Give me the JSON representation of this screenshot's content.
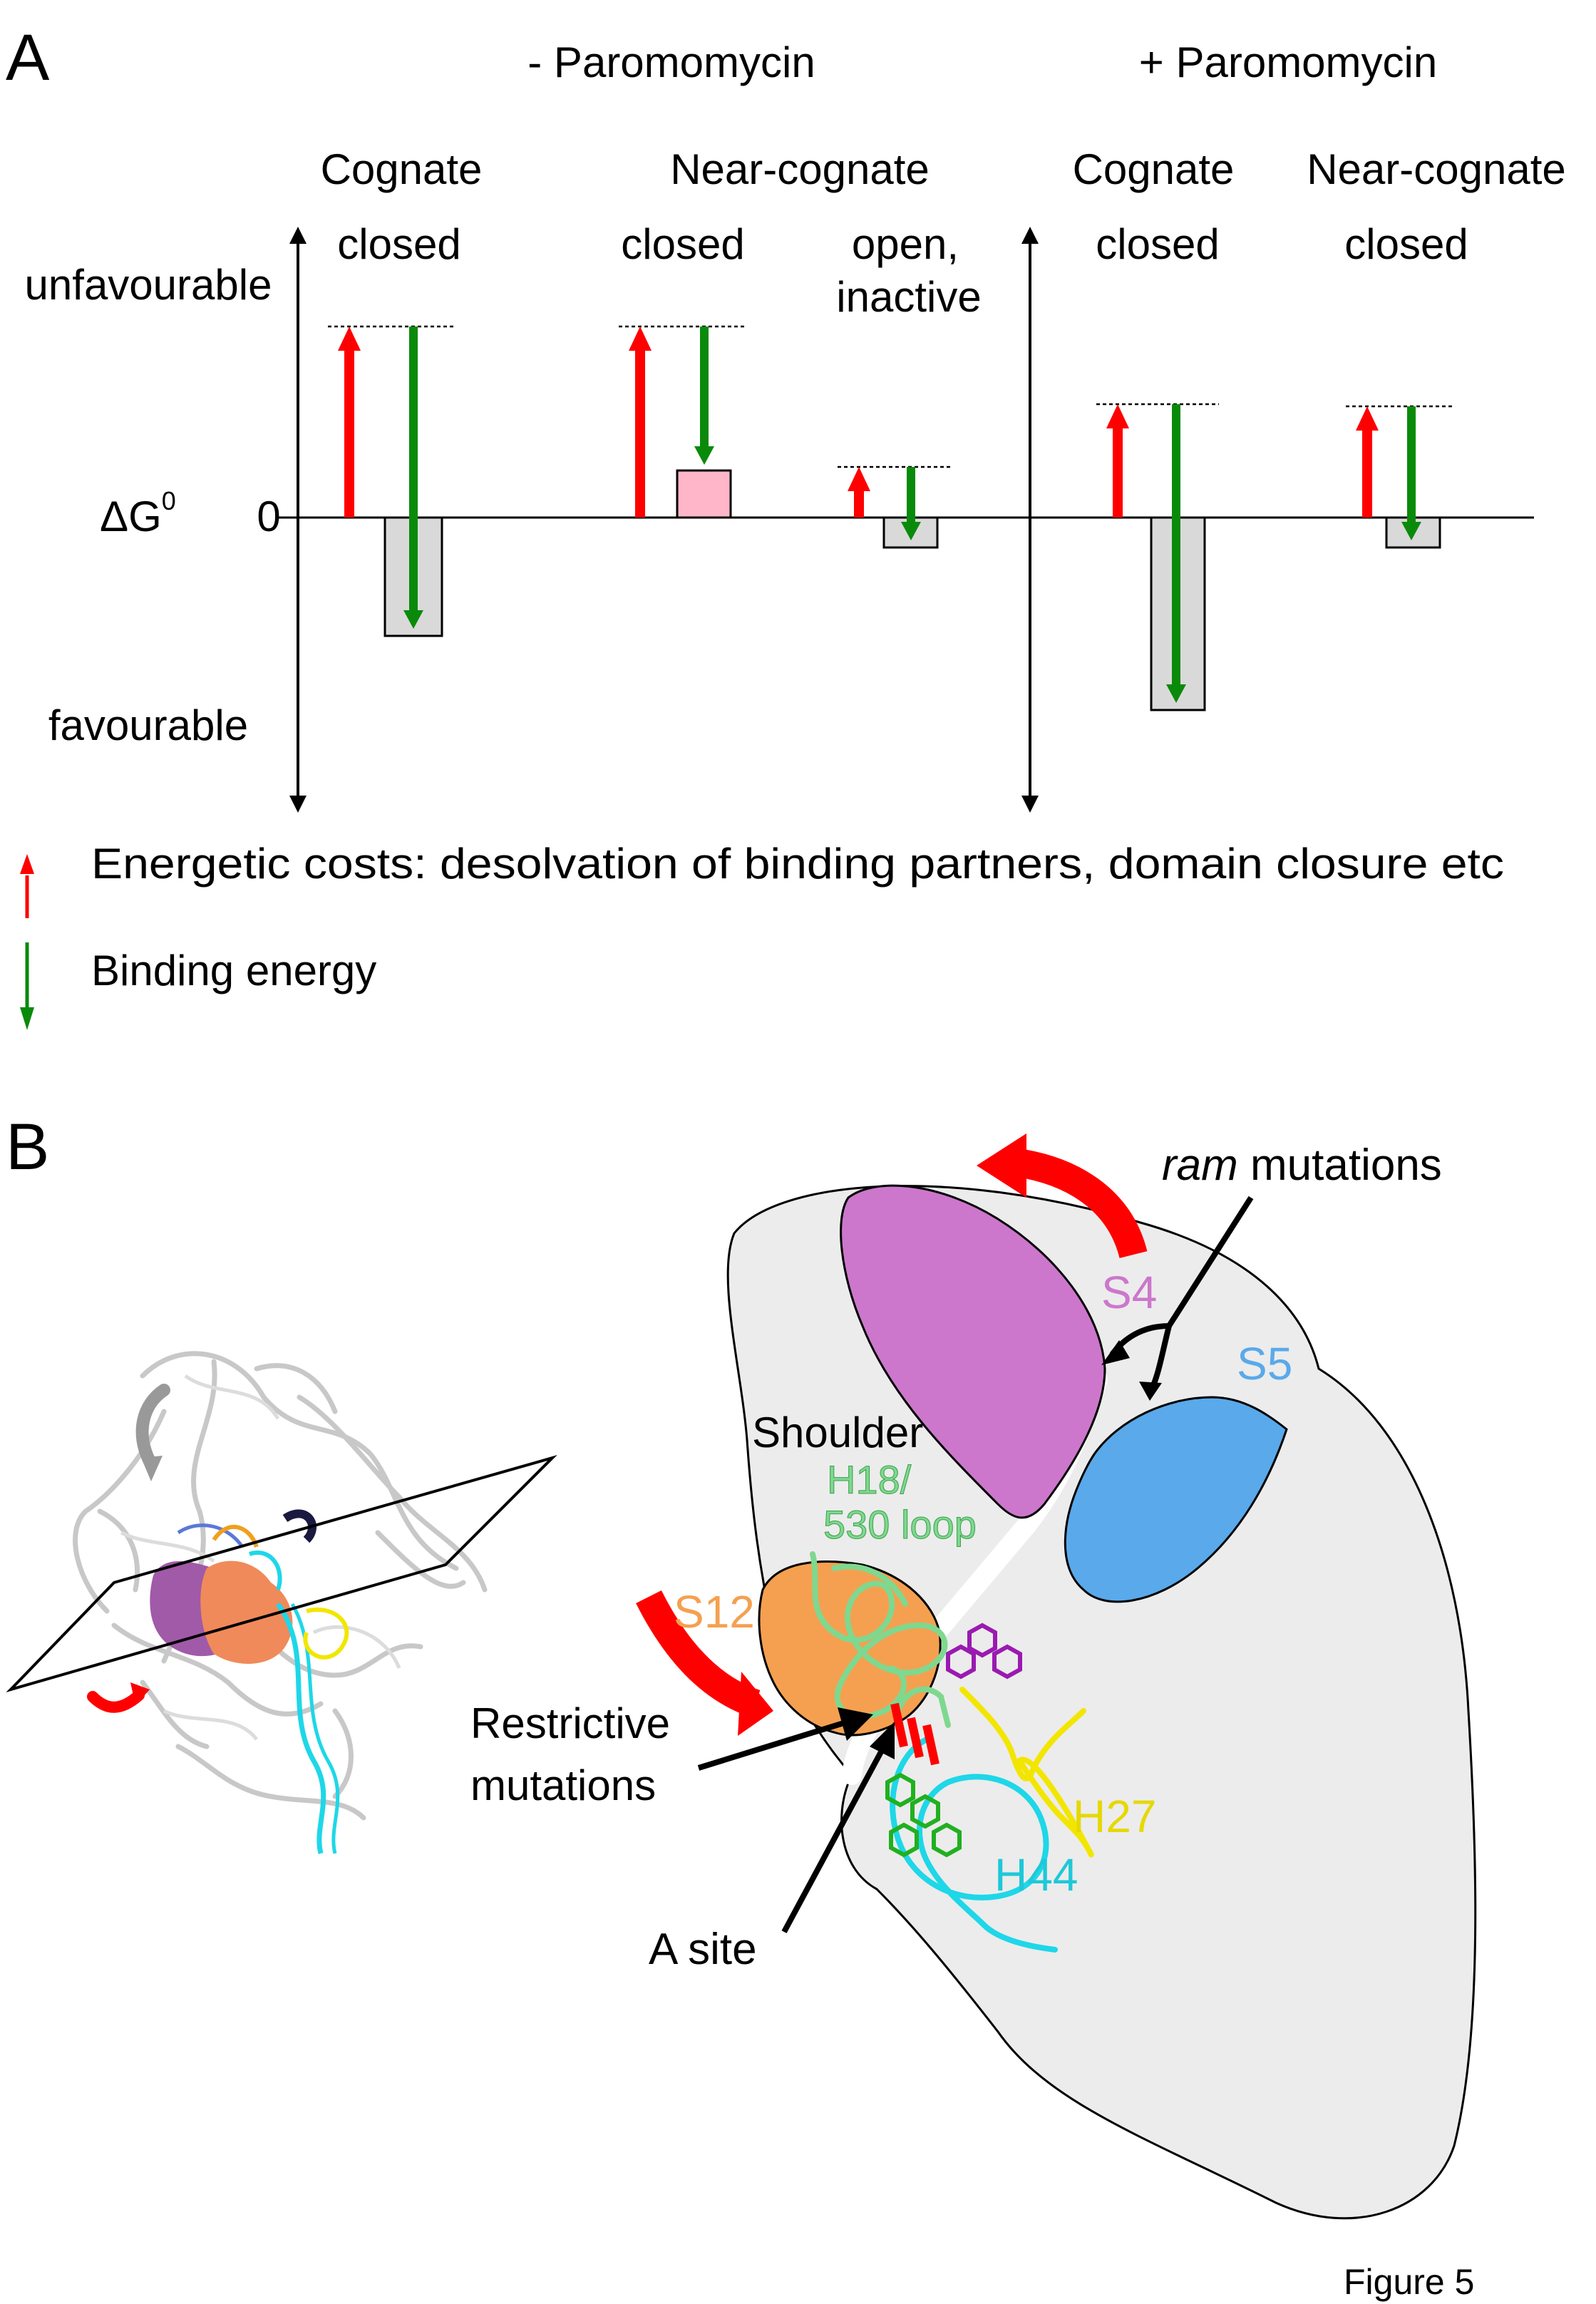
{
  "panel_a": {
    "label": "A",
    "header_minus": "- Paromomycin",
    "header_plus": "+ Paromomycin",
    "columns": [
      {
        "line1": "Cognate",
        "line2": "closed"
      },
      {
        "line1": "Near-cognate",
        "line2": "closed"
      },
      {
        "line1": "open,",
        "line2": "inactive"
      },
      {
        "line1": "Cognate",
        "line2": "closed"
      },
      {
        "line1": "Near-cognate",
        "line2": "closed"
      }
    ],
    "y_top_label": "unfavourable",
    "y_bottom_label": "favourable",
    "dg_label": "ΔG",
    "dg_superscript": "0",
    "zero_label": "0",
    "legend": {
      "cost": "Energetic costs: desolvation of binding partners, domain closure etc",
      "binding": "Binding energy"
    },
    "colors": {
      "cost": "#ff0000",
      "binding": "#0a8a0a",
      "net_unfavourable": "#ffb6c8",
      "net_favourable": "#d9d9d9"
    }
  },
  "panel_b": {
    "label": "B",
    "labels": {
      "ram_italic": "ram",
      "ram_rest": " mutations",
      "s4": "S4",
      "s5": "S5",
      "shoulder": "Shoulder",
      "h18_line1": "H18/",
      "h18_line2": "530 loop",
      "s12": "S12",
      "restrictive_line1": "Restrictive",
      "restrictive_line2": "mutations",
      "h27": "H27",
      "h44": "H44",
      "a_site": "A site"
    },
    "colors": {
      "s4": "#cc77cc",
      "s5": "#5aa9ea",
      "s12": "#f5a050",
      "h18": "#7fd88f",
      "h27": "#f2e600",
      "h44": "#1ed7e8",
      "paromomycin": "#9a1ab0",
      "body": "#ececec"
    }
  },
  "figure_caption": "Figure 5"
}
